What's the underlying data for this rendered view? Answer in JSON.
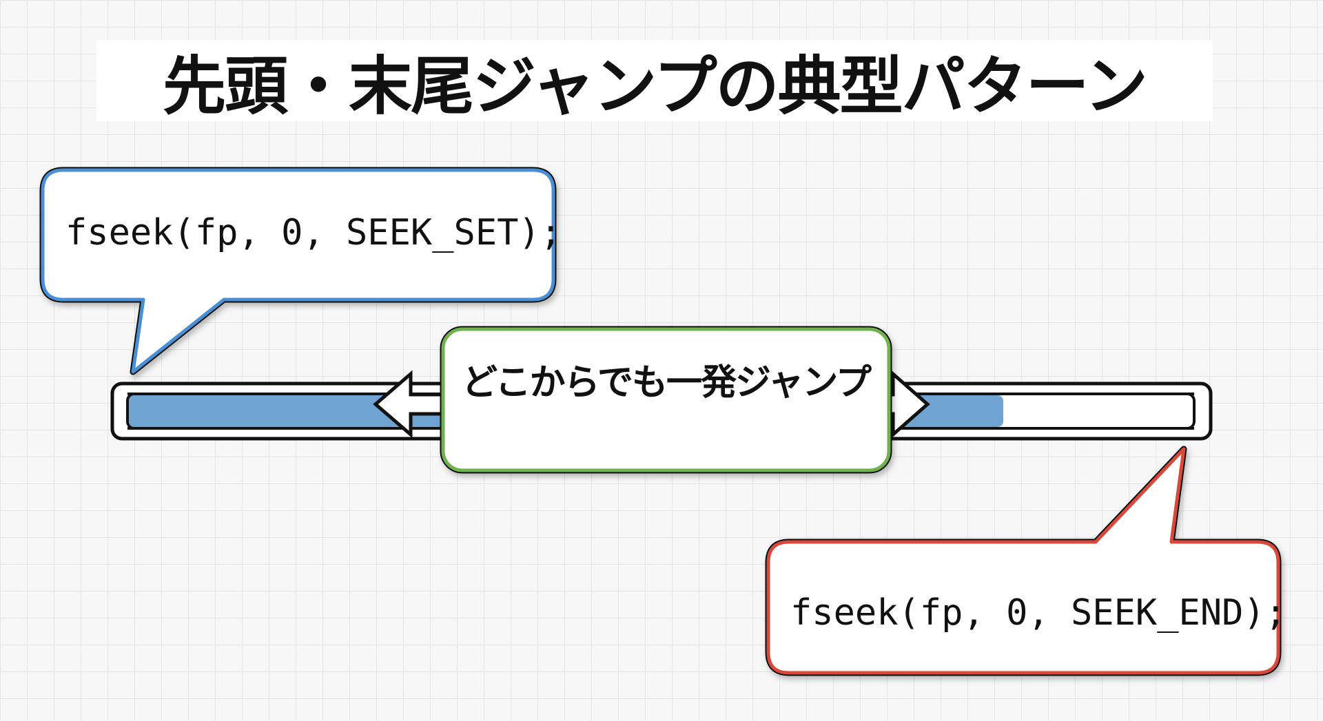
{
  "title": "先頭・末尾ジャンプの典型パターン",
  "bubble_start": {
    "code": "fseek(fp, 0, SEEK_SET);",
    "border_color": "#4a8fd6"
  },
  "bubble_end": {
    "code": "fseek(fp, 0, SEEK_END);",
    "border_color": "#d9483b"
  },
  "center_box": {
    "label": "どこからでも一発ジャンプ",
    "border_color": "#6fb24f"
  },
  "progress_bar": {
    "fill_color": "#6fa3d2",
    "fill_position": 0.7
  },
  "icons": {
    "left": "arrow-left-icon",
    "right": "arrow-right-icon"
  }
}
